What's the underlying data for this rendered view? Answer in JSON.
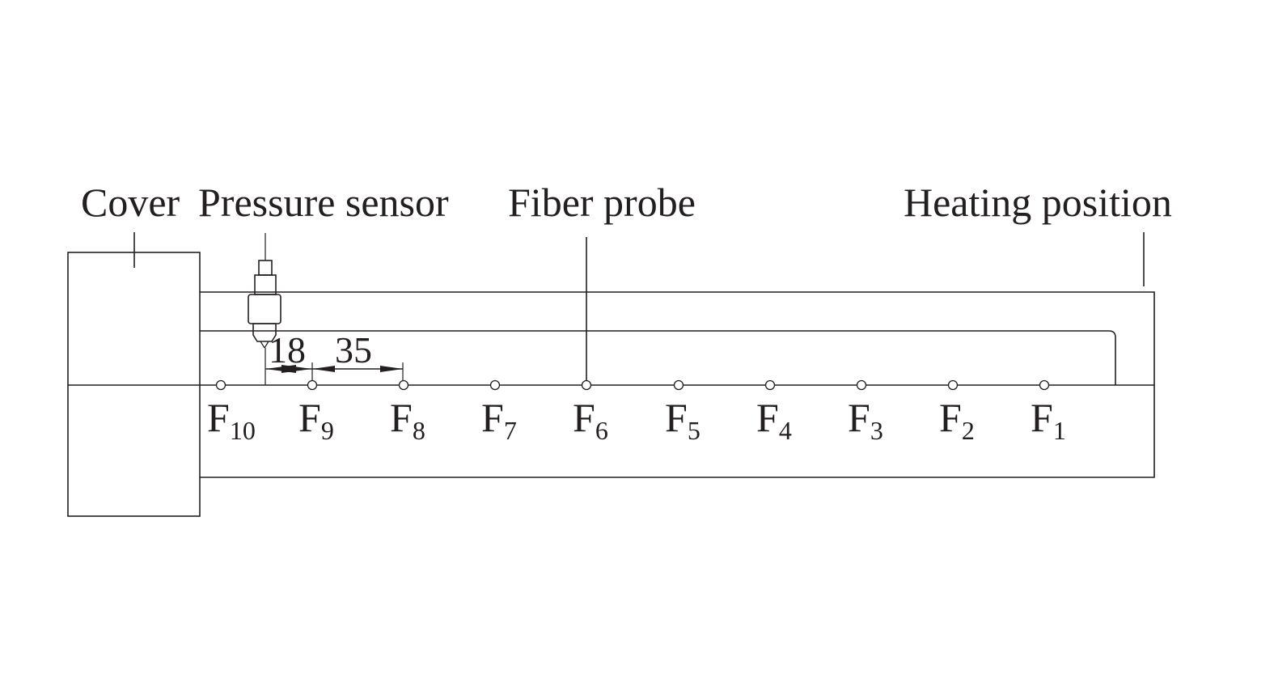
{
  "labels": {
    "cover": "Cover",
    "pressure_sensor": "Pressure sensor",
    "fiber_probe": "Fiber probe",
    "heating_position": "Heating position"
  },
  "dimensions": {
    "first": "18",
    "second": "35"
  },
  "points": [
    {
      "main": "F",
      "sub": "10"
    },
    {
      "main": "F",
      "sub": "9"
    },
    {
      "main": "F",
      "sub": "8"
    },
    {
      "main": "F",
      "sub": "7"
    },
    {
      "main": "F",
      "sub": "6"
    },
    {
      "main": "F",
      "sub": "5"
    },
    {
      "main": "F",
      "sub": "4"
    },
    {
      "main": "F",
      "sub": "3"
    },
    {
      "main": "F",
      "sub": "2"
    },
    {
      "main": "F",
      "sub": "1"
    }
  ],
  "colors": {
    "line": "#231f20",
    "background": "#ffffff"
  }
}
